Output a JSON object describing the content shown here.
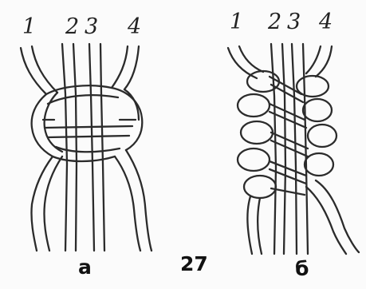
{
  "figure": {
    "number": "27",
    "left_panel": {
      "caption": "а",
      "cord_numbers": [
        "1",
        "2",
        "3",
        "4"
      ]
    },
    "right_panel": {
      "caption": "б",
      "cord_numbers": [
        "1",
        "2",
        "3",
        "4"
      ]
    }
  }
}
